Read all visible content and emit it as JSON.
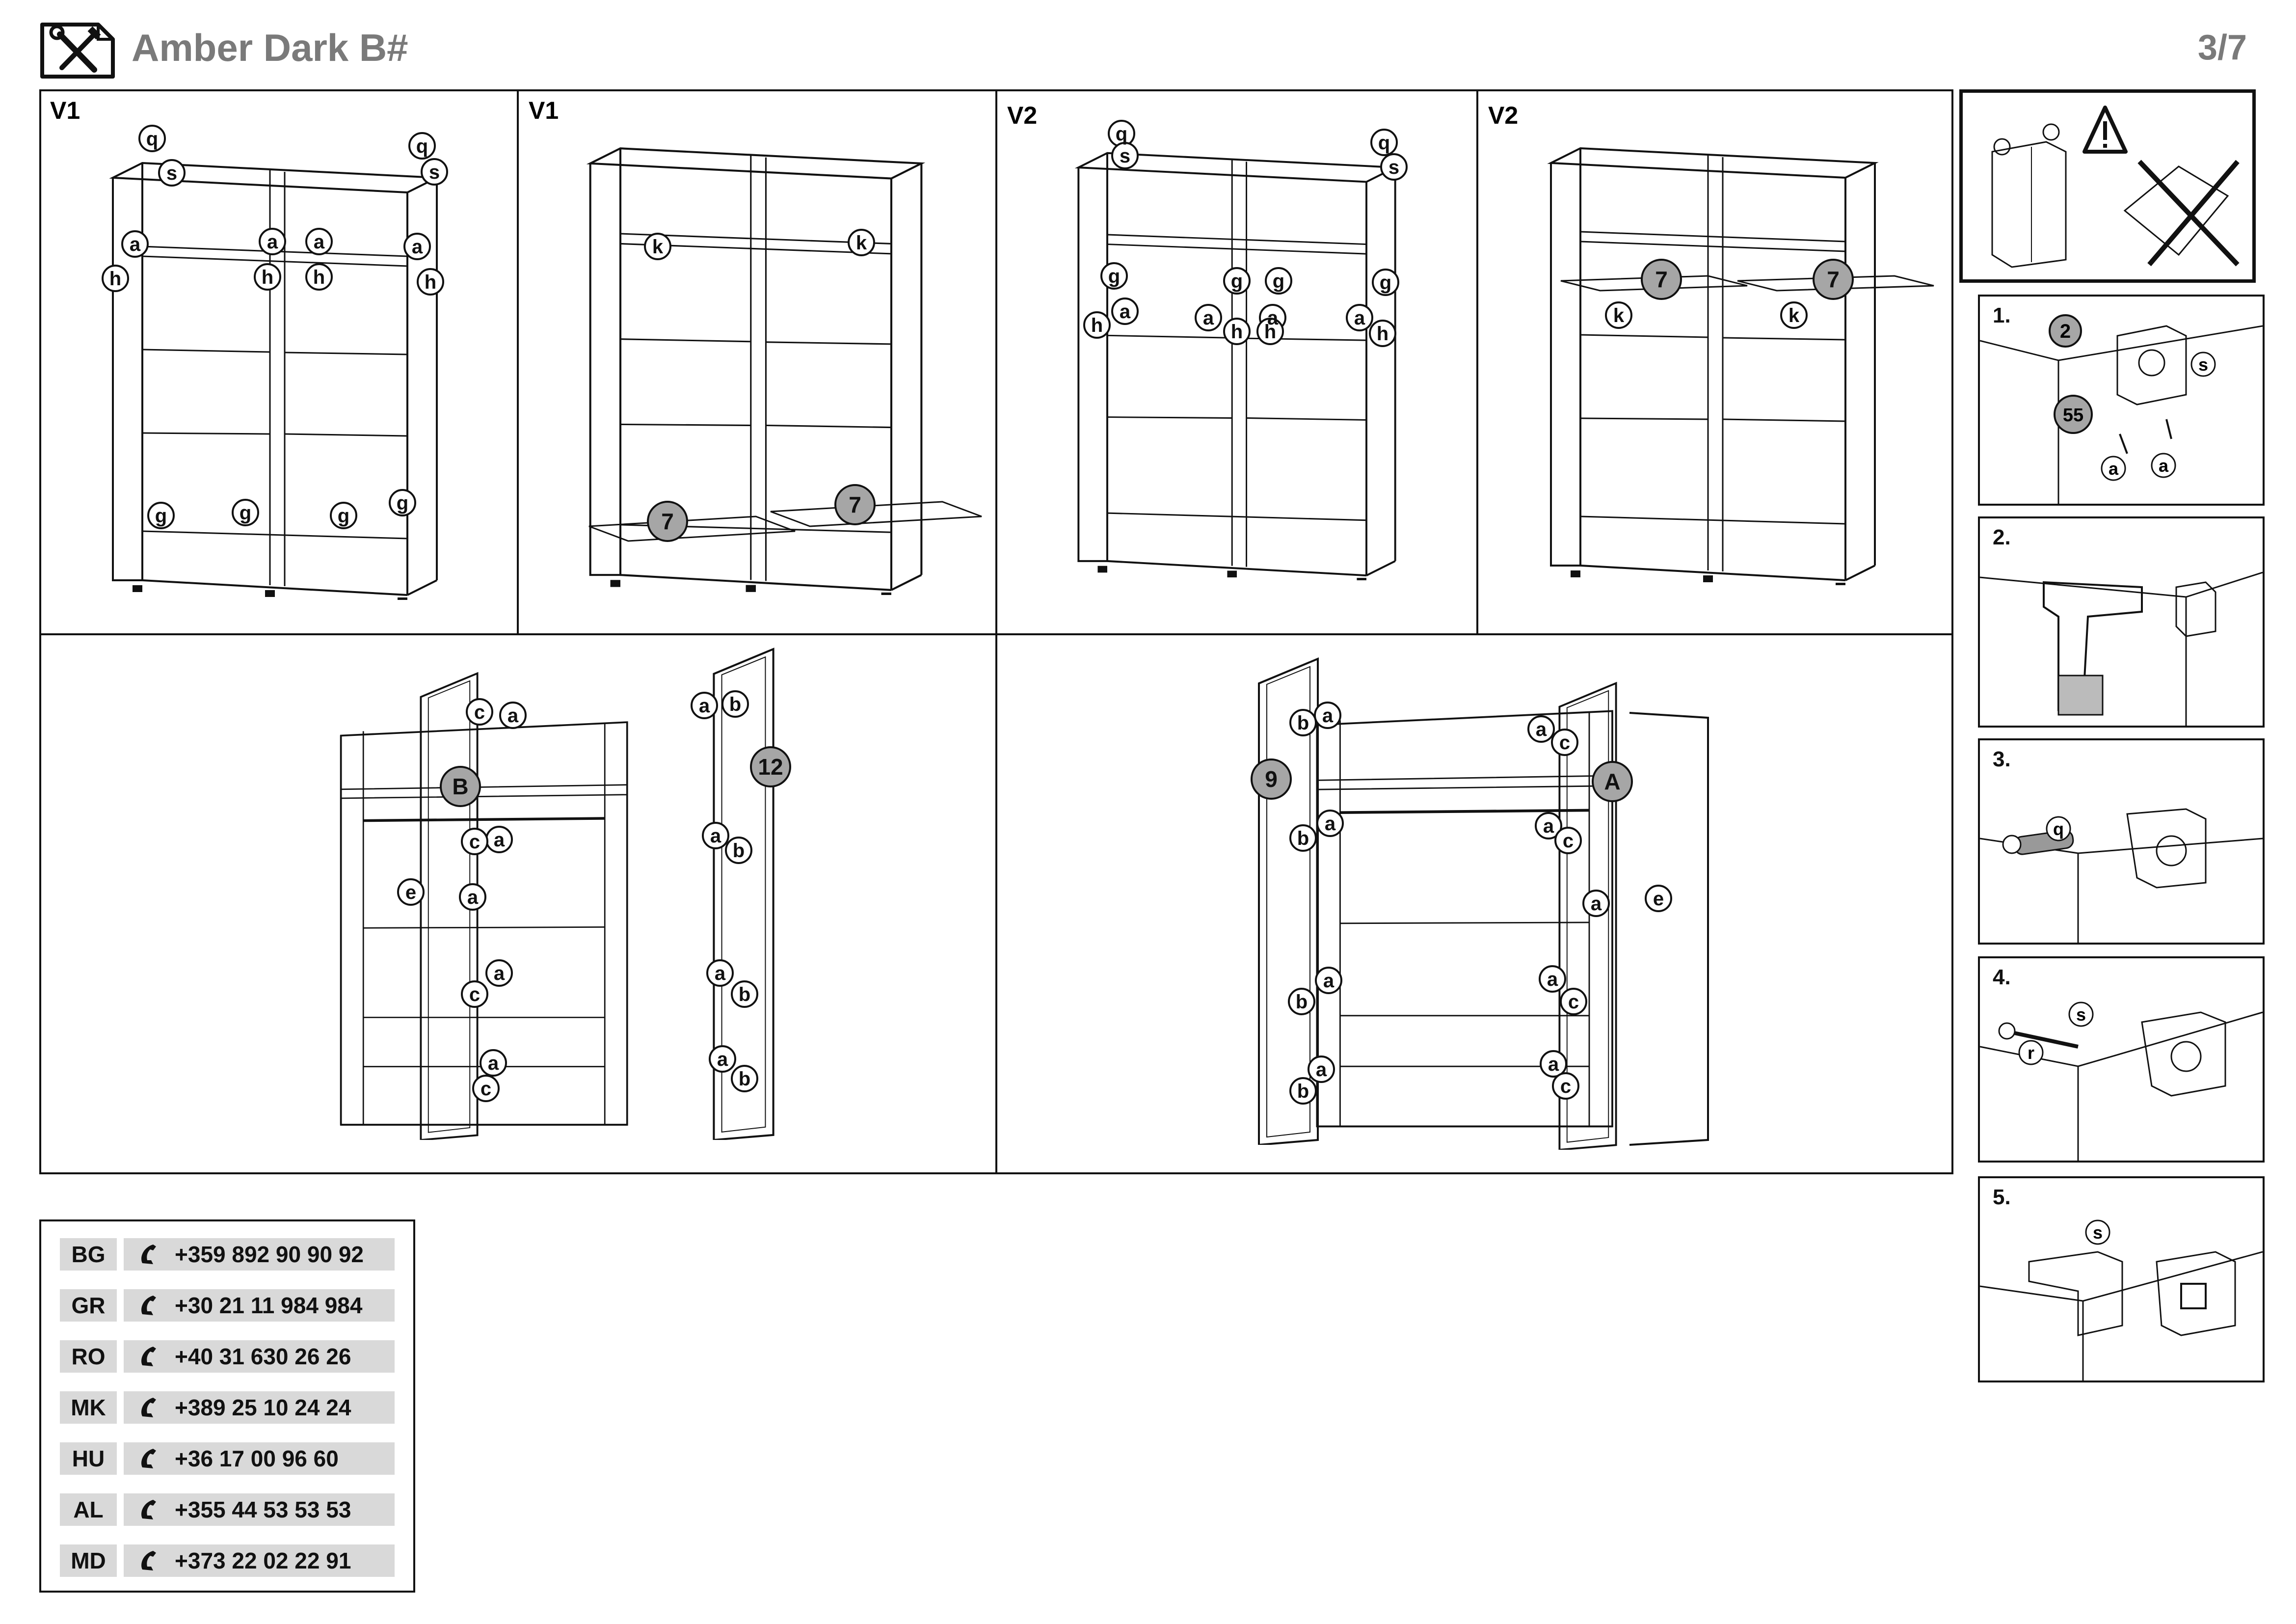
{
  "header": {
    "title": "Amber Dark B#",
    "page": "3/7",
    "icon": "tools-icon"
  },
  "panels": {
    "p1": "V1",
    "p2": "V1",
    "p3": "V2",
    "p4": "V2"
  },
  "labels": {
    "a": "a",
    "b": "b",
    "c": "c",
    "e": "e",
    "g": "g",
    "h": "h",
    "k": "k",
    "q": "q",
    "r": "r",
    "s": "s",
    "n7": "7",
    "n9": "9",
    "n12": "12",
    "n2": "2",
    "n55": "55",
    "A": "A",
    "B": "B"
  },
  "steps": [
    "1.",
    "2.",
    "3.",
    "4.",
    "5."
  ],
  "phones": [
    {
      "code": "BG",
      "number": "+359 892 90 90 92"
    },
    {
      "code": "GR",
      "number": "+30 21 11 984 984"
    },
    {
      "code": "RO",
      "number": "+40 31 630 26 26"
    },
    {
      "code": "MK",
      "number": "+389 25 10 24 24"
    },
    {
      "code": "HU",
      "number": "+36 17 00 96 60"
    },
    {
      "code": "AL",
      "number": "+355 44 53 53 53"
    },
    {
      "code": "MD",
      "number": "+373 22 02 22 91"
    }
  ],
  "colors": {
    "badge": "#a6a6a6",
    "line": "#111111",
    "title": "#7a7a7a",
    "phone_bg": "#d9d9d9"
  }
}
